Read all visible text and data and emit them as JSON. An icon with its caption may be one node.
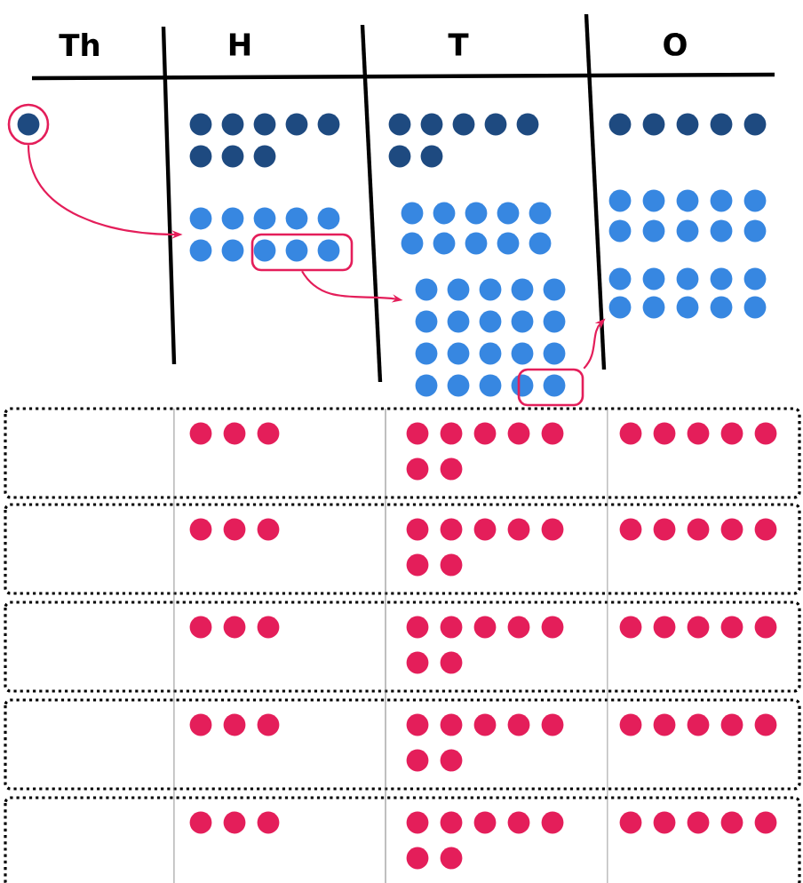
{
  "diagram": {
    "nodes": [
      {
        "text": [],
        "shape": "circle"
      },
      {
        "text": [],
        "shape": "dots"
      },
      {
        "text": [],
        "shape": "box"
      },
      {
        "text": [],
        "shape": "dots"
      },
      {
        "text": [],
        "shape": "box"
      },
      {
        "text": [],
        "shape": "dots"
      }
    ],
    "edges": [
      {
        "from": 0,
        "to": 1,
        "arrow": "to"
      },
      {
        "from": 2,
        "to": 3,
        "arrow": "to"
      },
      {
        "from": 4,
        "to": 5,
        "arrow": "to"
      }
    ],
    "labels": [
      "Th",
      "H",
      "T",
      "O"
    ]
  }
}
